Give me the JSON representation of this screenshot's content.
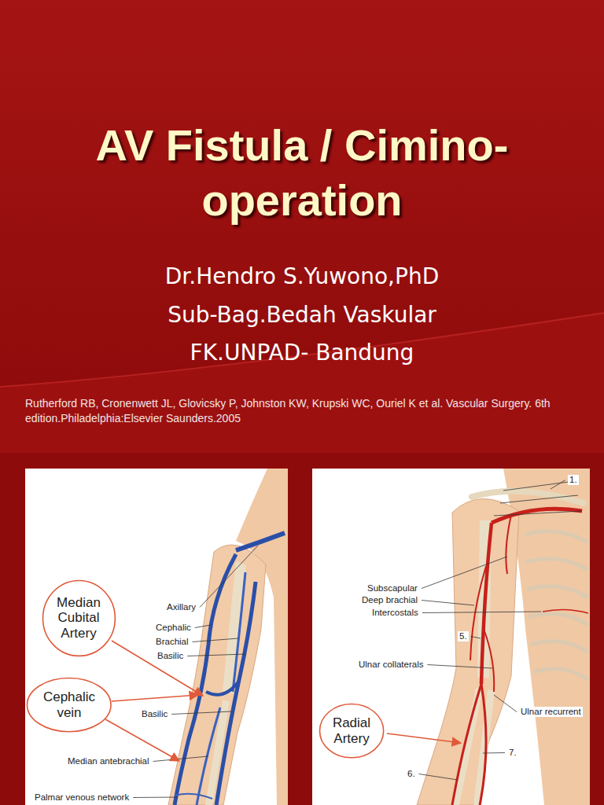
{
  "diagram": {
    "title": "AV Fistula / Cimino- operation",
    "nodes": [
      {
        "text": [
          "Median Cubital Artery"
        ]
      },
      {
        "text": [
          "Cephalic vein"
        ]
      },
      {
        "text": [
          "Radial Artery"
        ]
      }
    ],
    "labels": [
      "Dr.Hendro S.Yuwono,PhD",
      "Sub-Bag.Bedah Vaskular",
      "FK.UNPAD- Bandung",
      "Rutherford RB, Cronenwett JL, Glovicsky P, Johnston KW, Krupski WC, Ouriel K et al. Vascular Surgery. 6th edition.Philadelphia:Elsevier Saunders.2005",
      "Axillary",
      "Cephalic",
      "Brachial",
      "Basilic",
      "Basilic",
      "Median antebrachial",
      "Palmar venous network",
      "1.",
      "Subscapular",
      "Deep brachial",
      "Intercostals",
      "5.",
      "Ulnar collaterals",
      "Ulnar recurrent",
      "7.",
      "6."
    ]
  }
}
